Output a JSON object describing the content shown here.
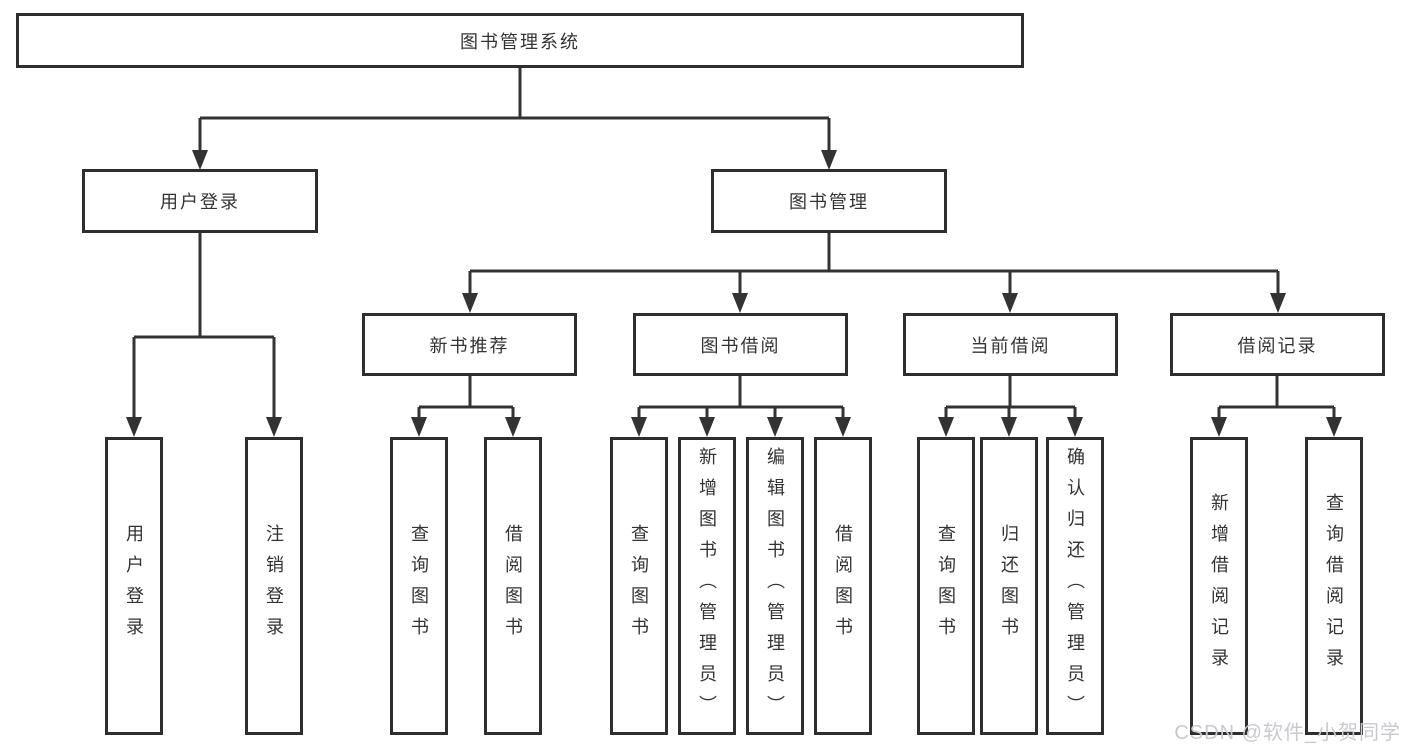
{
  "diagram": {
    "root": {
      "label": "图书管理系统"
    },
    "level2": [
      {
        "label": "用户登录"
      },
      {
        "label": "图书管理"
      }
    ],
    "level3": [
      {
        "label": "新书推荐"
      },
      {
        "label": "图书借阅"
      },
      {
        "label": "当前借阅"
      },
      {
        "label": "借阅记录"
      }
    ],
    "leaves": {
      "user_login": [
        {
          "label": "用户登录"
        },
        {
          "label": "注销登录"
        }
      ],
      "new_book": [
        {
          "label": "查询图书"
        },
        {
          "label": "借阅图书"
        }
      ],
      "book_borrow": [
        {
          "label": "查询图书"
        },
        {
          "label": "新增图书（管理员）"
        },
        {
          "label": "编辑图书（管理员）"
        },
        {
          "label": "借阅图书"
        }
      ],
      "current_borrow": [
        {
          "label": "查询图书"
        },
        {
          "label": "归还图书"
        },
        {
          "label": "确认归还（管理员）"
        }
      ],
      "borrow_record": [
        {
          "label": "新增借阅记录"
        },
        {
          "label": "查询借阅记录"
        }
      ]
    }
  },
  "watermark": {
    "text": "CSDN @软件_小贺同学"
  },
  "colors": {
    "line_color": "#333333",
    "box_border": "#2e2e2e",
    "text_color": "#333333",
    "background": "#ffffff",
    "watermark_color": "#c9c9d0"
  }
}
